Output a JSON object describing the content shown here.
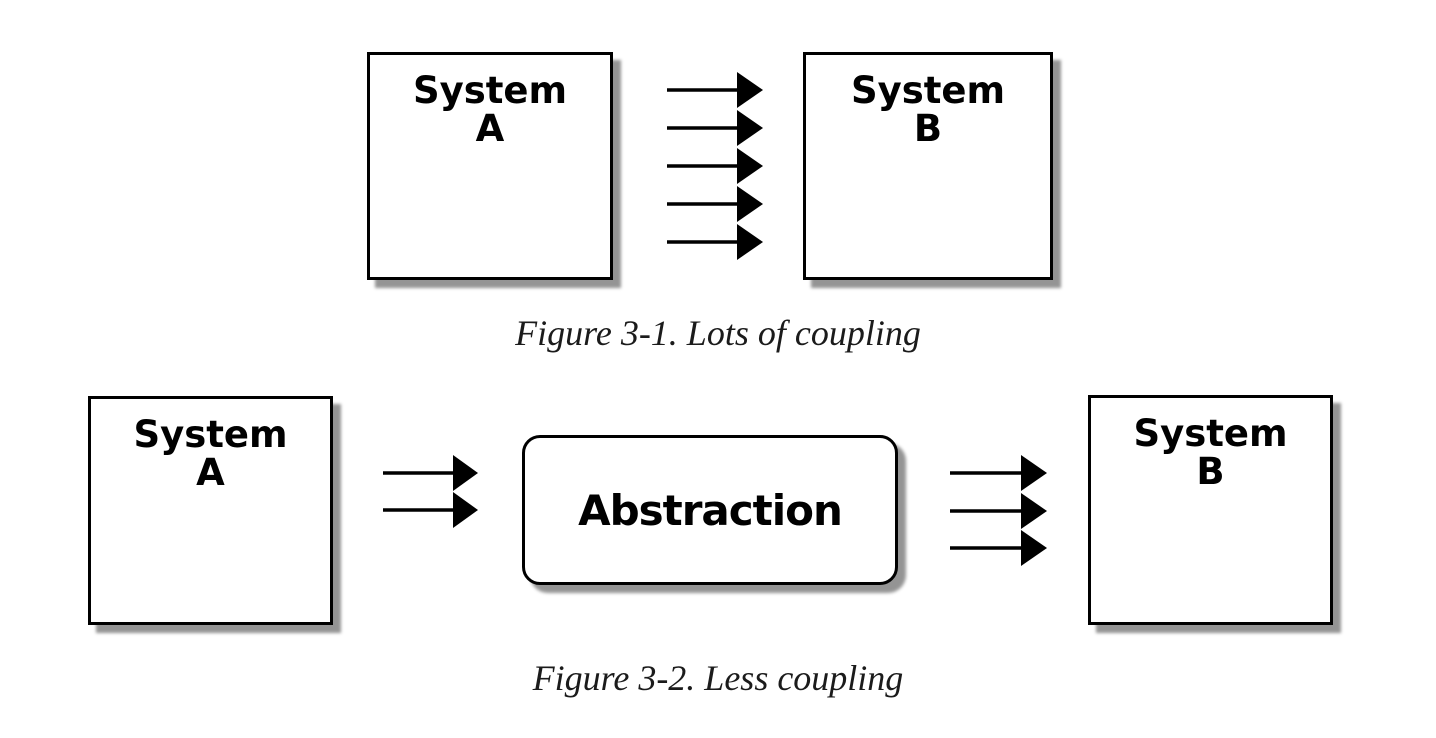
{
  "colors": {
    "box_border": "#000000",
    "box_fill": "#ffffff",
    "shadow": "#9b9b9b",
    "arrow": "#000000",
    "caption_text": "#1b1b1b",
    "page_background": "#ffffff"
  },
  "figure1": {
    "caption": "Figure 3-1. Lots of coupling",
    "system_a": {
      "line1": "System",
      "line2": "A"
    },
    "system_b": {
      "line1": "System",
      "line2": "B"
    },
    "arrow_count": 5,
    "arrow_direction": "right"
  },
  "figure2": {
    "caption": "Figure 3-2. Less coupling",
    "system_a": {
      "line1": "System",
      "line2": "A"
    },
    "abstraction": {
      "label": "Abstraction"
    },
    "system_b": {
      "line1": "System",
      "line2": "B"
    },
    "arrows_a_to_abstraction": 2,
    "arrows_abstraction_to_b": 3,
    "arrow_direction": "right"
  }
}
